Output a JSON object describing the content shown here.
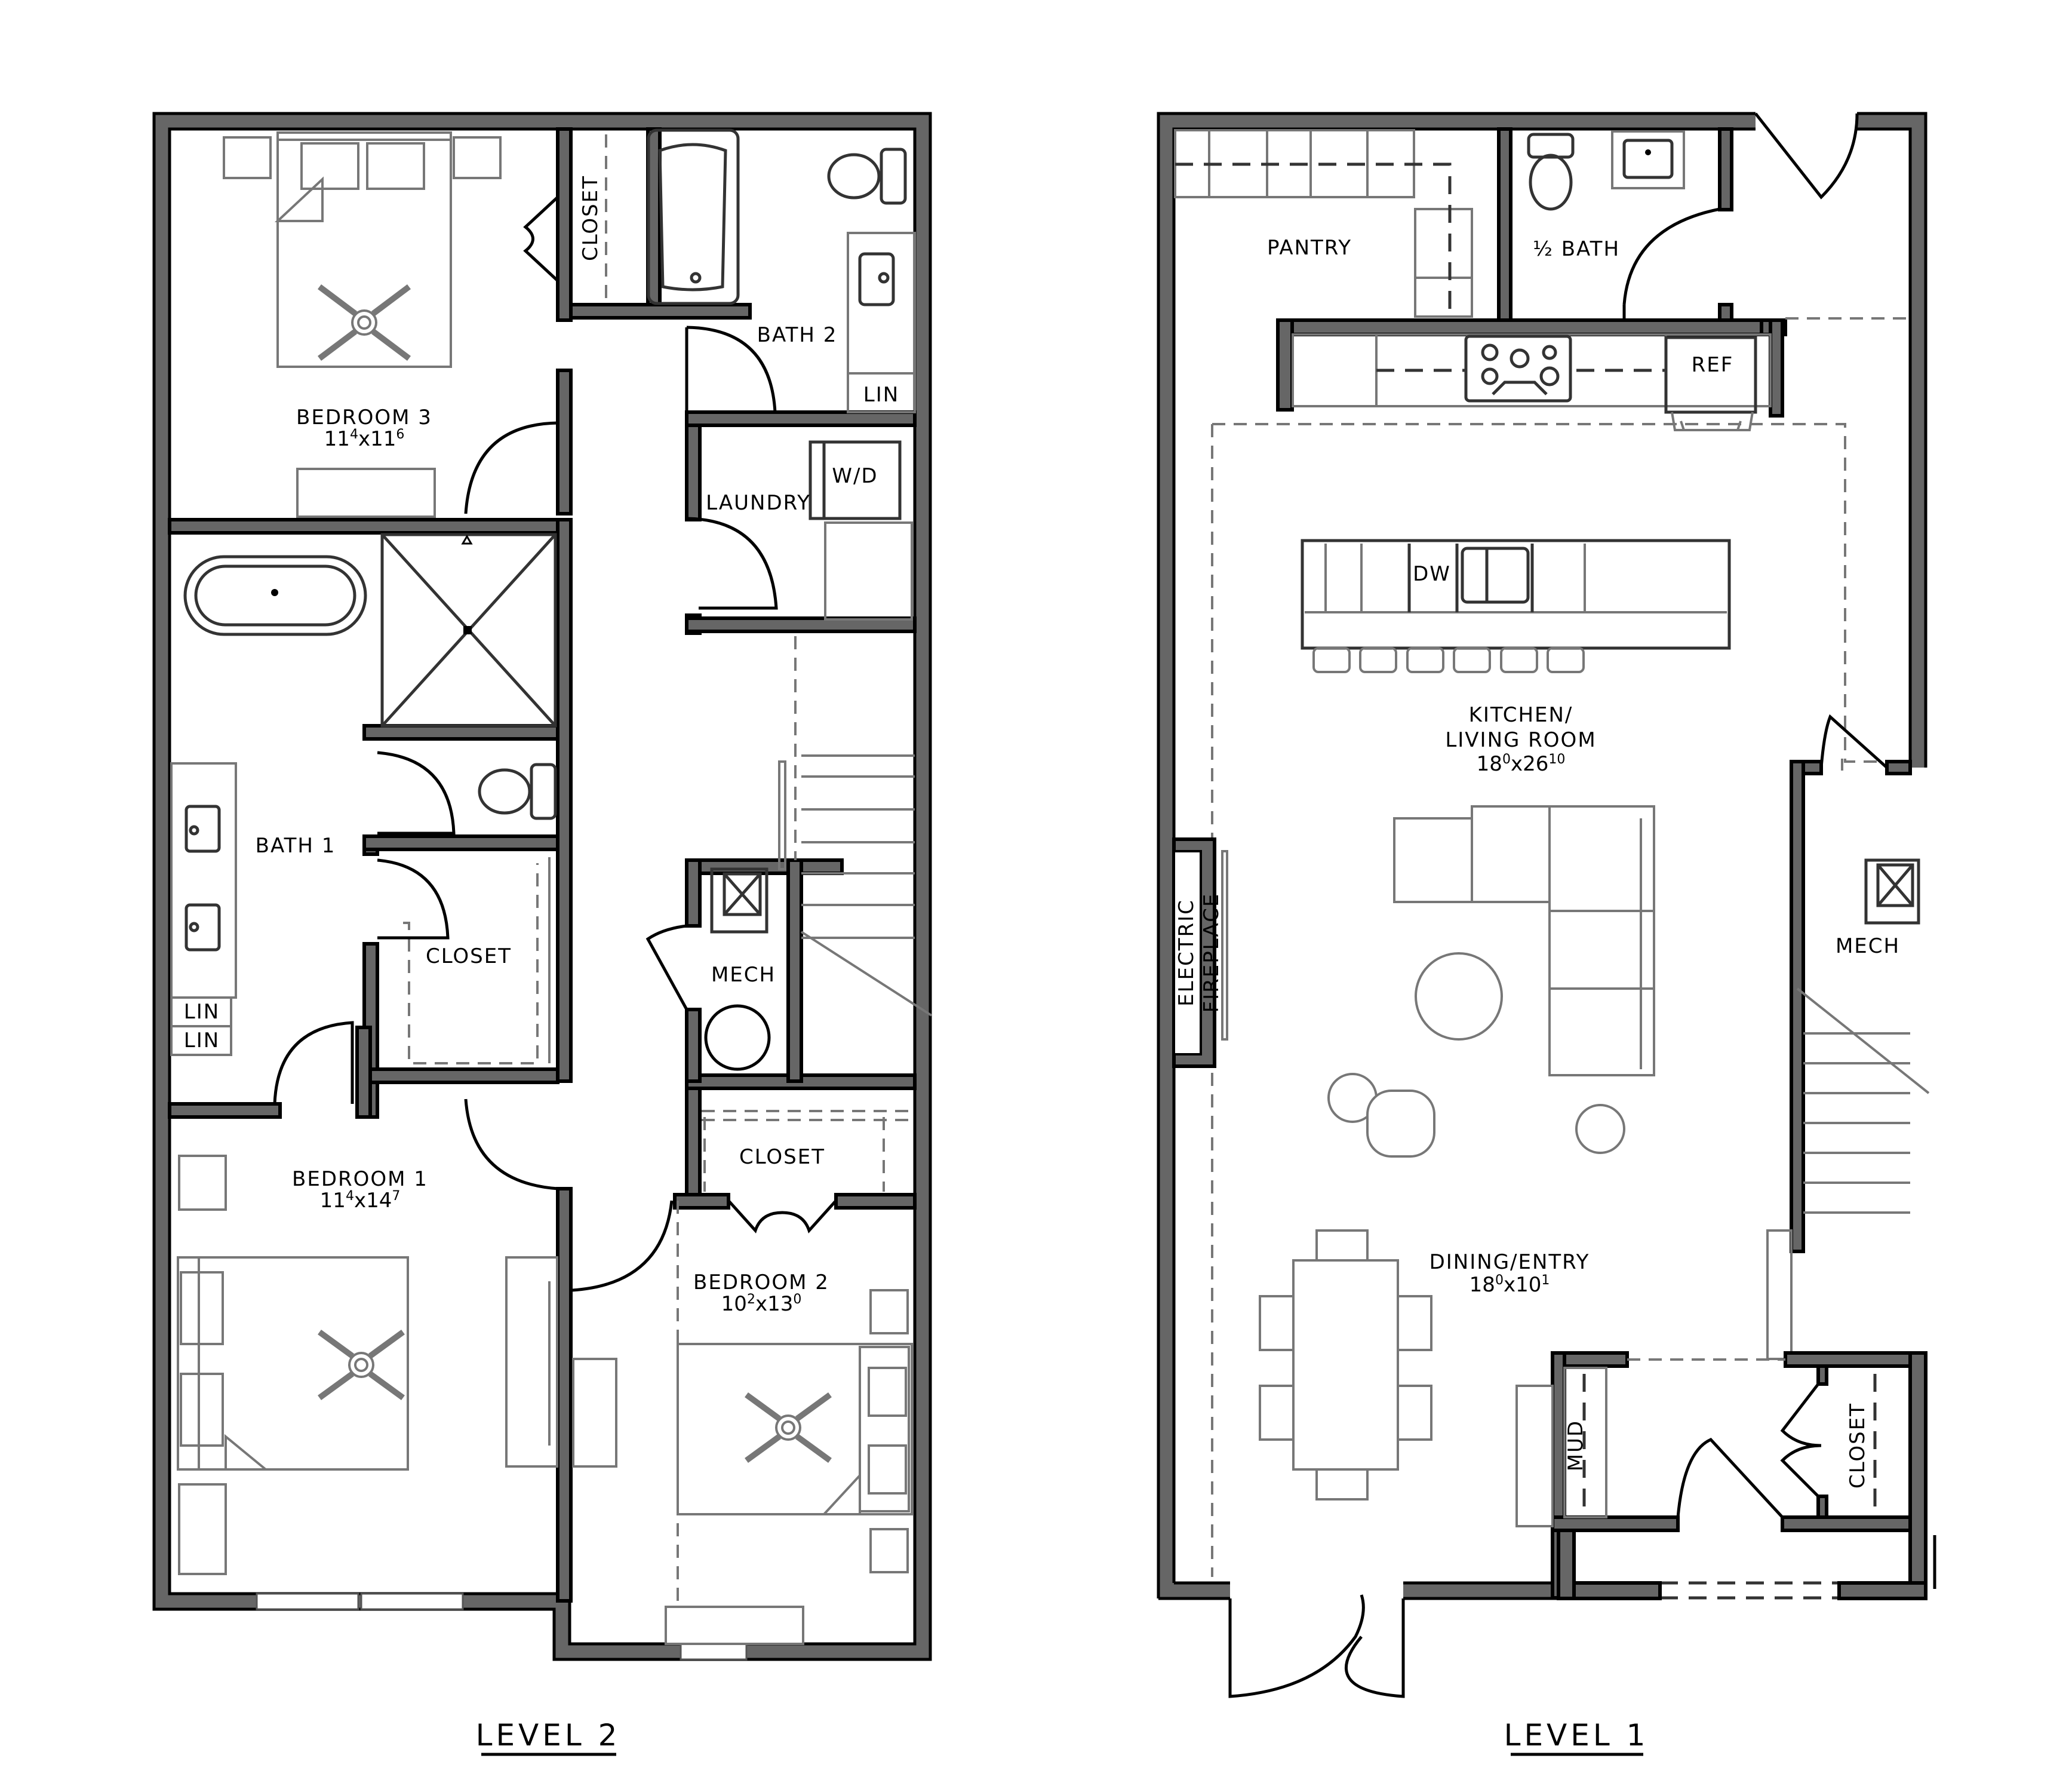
{
  "plans": {
    "level2": {
      "title": "LEVEL 2",
      "rooms": {
        "bedroom3": {
          "name": "BEDROOM 3",
          "dim_w": "11",
          "dim_w_in": "4",
          "dim_l": "11",
          "dim_l_in": "6"
        },
        "bath2": {
          "name": "BATH 2"
        },
        "closet_bed3": {
          "name": "CLOSET"
        },
        "lin_bath2": {
          "name": "LIN"
        },
        "laundry": {
          "name": "LAUNDRY"
        },
        "wd": {
          "name": "W/D"
        },
        "bath1": {
          "name": "BATH 1"
        },
        "closet_bath1": {
          "name": "CLOSET"
        },
        "lin1": {
          "name": "LIN"
        },
        "lin2": {
          "name": "LIN"
        },
        "mech": {
          "name": "MECH"
        },
        "bedroom1": {
          "name": "BEDROOM 1",
          "dim_w": "11",
          "dim_w_in": "4",
          "dim_l": "14",
          "dim_l_in": "7"
        },
        "closet_bed2": {
          "name": "CLOSET"
        },
        "bedroom2": {
          "name": "BEDROOM 2",
          "dim_w": "10",
          "dim_w_in": "2",
          "dim_l": "13",
          "dim_l_in": "0"
        }
      }
    },
    "level1": {
      "title": "LEVEL 1",
      "rooms": {
        "pantry": {
          "name": "PANTRY"
        },
        "half_bath": {
          "name": "½ BATH"
        },
        "ref": {
          "name": "REF"
        },
        "dw": {
          "name": "DW"
        },
        "kitchen": {
          "name_line1": "KITCHEN/",
          "name_line2": "LIVING ROOM",
          "dim_w": "18",
          "dim_w_in": "0",
          "dim_l": "26",
          "dim_l_in": "10"
        },
        "fireplace": {
          "line1": "ELECTRIC",
          "line2": "FIREPLACE"
        },
        "mech": {
          "name": "MECH"
        },
        "dining": {
          "name": "DINING/ENTRY",
          "dim_w": "18",
          "dim_w_in": "0",
          "dim_l": "10",
          "dim_l_in": "1"
        },
        "mud": {
          "name": "MUD"
        },
        "closet": {
          "name": "CLOSET"
        }
      }
    },
    "dim_separator": "x"
  }
}
